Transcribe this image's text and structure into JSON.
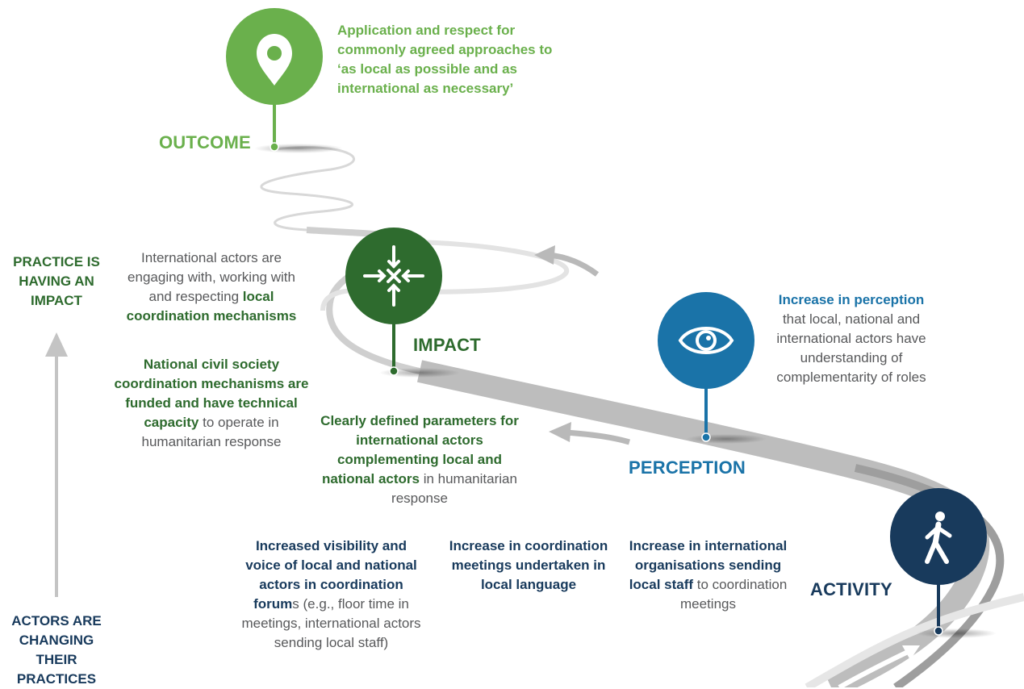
{
  "colors": {
    "outcome": "#6ab04c",
    "impact": "#2e6b2e",
    "perception": "#1a73a8",
    "activity": "#183a5c",
    "road": "#c8c8c8",
    "body_text": "#58595b"
  },
  "stages": {
    "outcome": {
      "label": "OUTCOME",
      "icon": "location-pin-icon",
      "text": "Application and respect for commonly agreed approaches to ‘as local as possible and as international as necessary’"
    },
    "impact": {
      "label": "IMPACT",
      "icon": "converging-arrows-icon"
    },
    "perception": {
      "label": "PERCEPTION",
      "icon": "eye-icon",
      "text_bold": "Increase in perception",
      "text_rest": "that local, national and international actors have understanding of complementarity of roles"
    },
    "activity": {
      "label": "ACTIVITY",
      "icon": "walking-person-icon"
    }
  },
  "scale": {
    "top_label": "PRACTICE IS HAVING AN IMPACT",
    "bottom_label": "ACTORS ARE CHANGING THEIR PRACTICES"
  },
  "impact_statements": {
    "s1_pre": "International actors are engaging with, working with and respecting ",
    "s1_bold": "local coordination mechanisms",
    "s2_bold": "National civil society coordination mechanisms are funded and have technical capacity",
    "s2_rest": " to operate in humanitarian response",
    "s3_bold": "Clearly defined parameters for international actors complementing local and national actors",
    "s3_rest": " in humanitarian response"
  },
  "activity_statements": {
    "a1_bold": "Increased visibility and voice of local and national actors in coordination forum",
    "a1_rest": "s (e.g., floor time in meetings, international actors sending local staff)",
    "a2_bold": "Increase in coordination meetings undertaken in local language",
    "a3_bold": "Increase in international organisations sending local staff",
    "a3_rest": " to coordination meetings"
  }
}
